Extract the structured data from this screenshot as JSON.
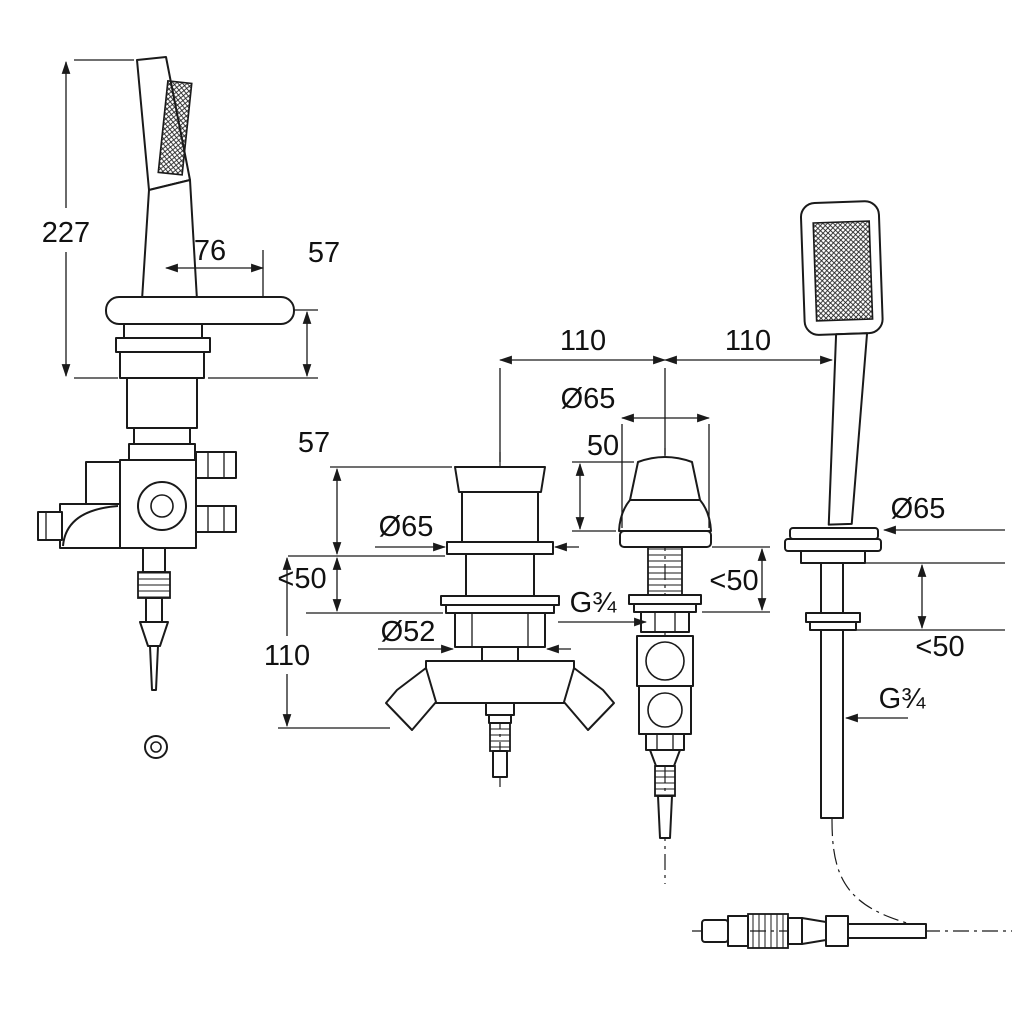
{
  "title": "Bath mixer technical dimension drawing",
  "dims": {
    "left_height": "227",
    "left_handle": "76",
    "left_deck": "57",
    "spacing_left": "110",
    "spacing_right": "110",
    "valve_dia": "Ø65",
    "valve_height": "50",
    "spout_top": "57",
    "spout_flange_dia": "Ø65",
    "spout_deck_max": "<50",
    "spout_outlet": "110",
    "spout_body_dia": "Ø52",
    "valve_deck_max": "<50",
    "valve_thread": "G¾",
    "shower_flange_dia": "Ø65",
    "shower_deck_max": "<50",
    "shower_thread": "G¾"
  }
}
